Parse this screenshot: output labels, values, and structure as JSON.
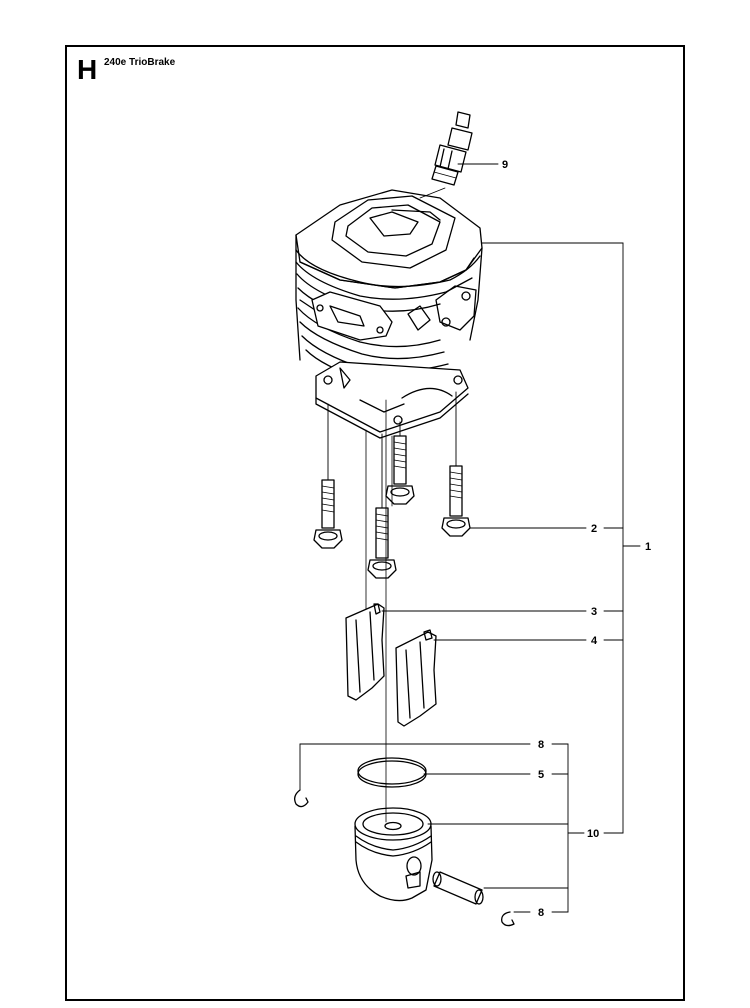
{
  "header": {
    "section_letter": "H",
    "model_title": "240e TrioBrake"
  },
  "callouts": [
    {
      "id": "c9",
      "label": "9",
      "part": "spark-plug"
    },
    {
      "id": "c2",
      "label": "2",
      "part": "cylinder-bolts"
    },
    {
      "id": "c1",
      "label": "1",
      "part": "cylinder-assembly"
    },
    {
      "id": "c3",
      "label": "3",
      "part": "left-transfer-port-cover"
    },
    {
      "id": "c4",
      "label": "4",
      "part": "right-transfer-port-cover"
    },
    {
      "id": "c8a",
      "label": "8",
      "part": "piston-pin-circlip-left"
    },
    {
      "id": "c5",
      "label": "5",
      "part": "piston-ring"
    },
    {
      "id": "c10",
      "label": "10",
      "part": "piston-assembly"
    },
    {
      "id": "c8b",
      "label": "8",
      "part": "piston-pin-circlip-right"
    }
  ]
}
